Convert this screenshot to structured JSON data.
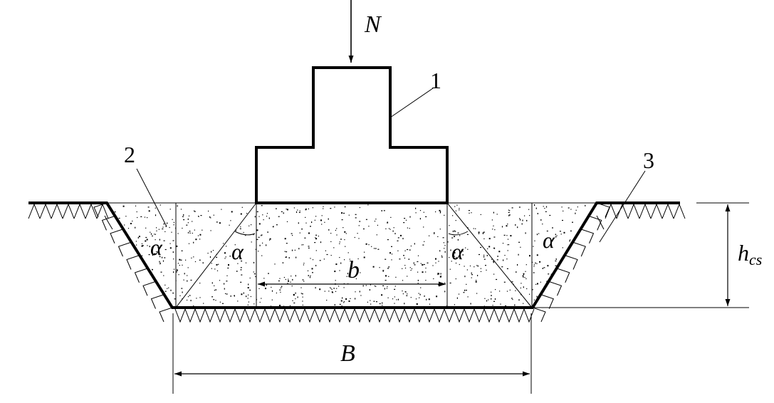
{
  "colors": {
    "ink": "#000000",
    "background": "#ffffff",
    "sand_dot": "#000000"
  },
  "labels": {
    "load": "N",
    "foundation": "1",
    "cushion": "2",
    "soil": "3",
    "angle": "α",
    "base_width": "b",
    "cushion_width": "B",
    "height_main": "h",
    "height_sub": "cs"
  }
}
